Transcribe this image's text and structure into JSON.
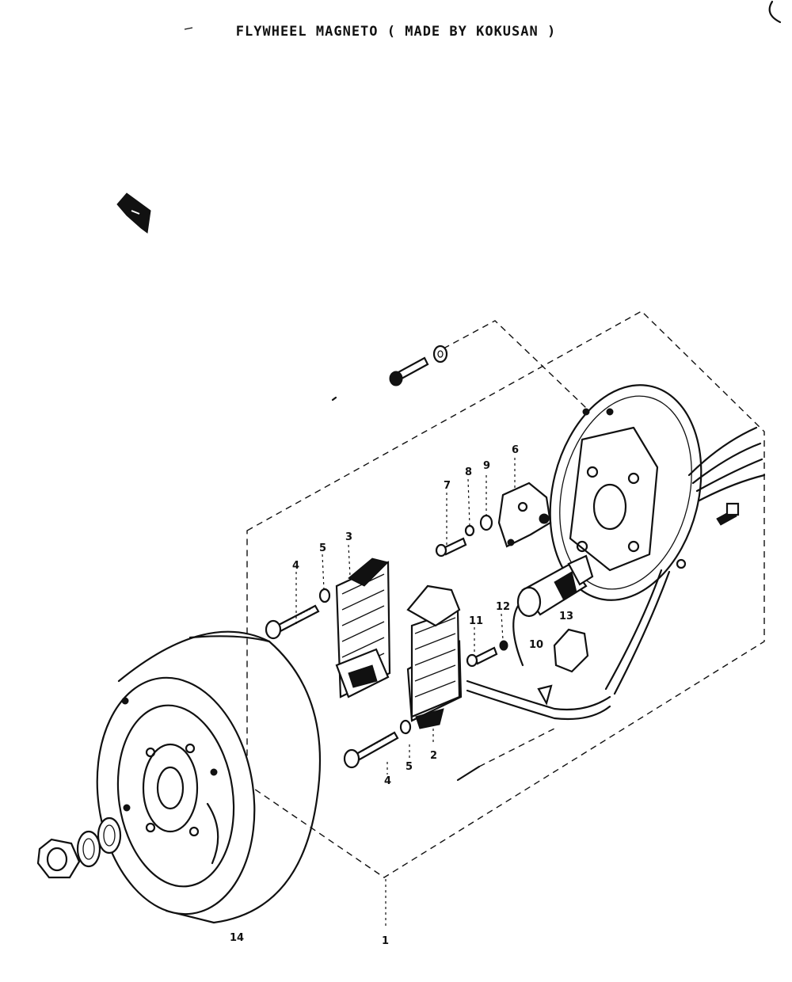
{
  "title": "FLYWHEEL MAGNETO ( MADE BY KOKUSAN )",
  "part_labels": {
    "p1": "1",
    "p2": "2",
    "p3": "3",
    "p4a": "4",
    "p4b": "4",
    "p5a": "5",
    "p5b": "5",
    "p6": "6",
    "p7": "7",
    "p8": "8",
    "p9": "9",
    "p10": "10",
    "p11": "11",
    "p12": "12",
    "p13": "13",
    "p14": "14"
  }
}
